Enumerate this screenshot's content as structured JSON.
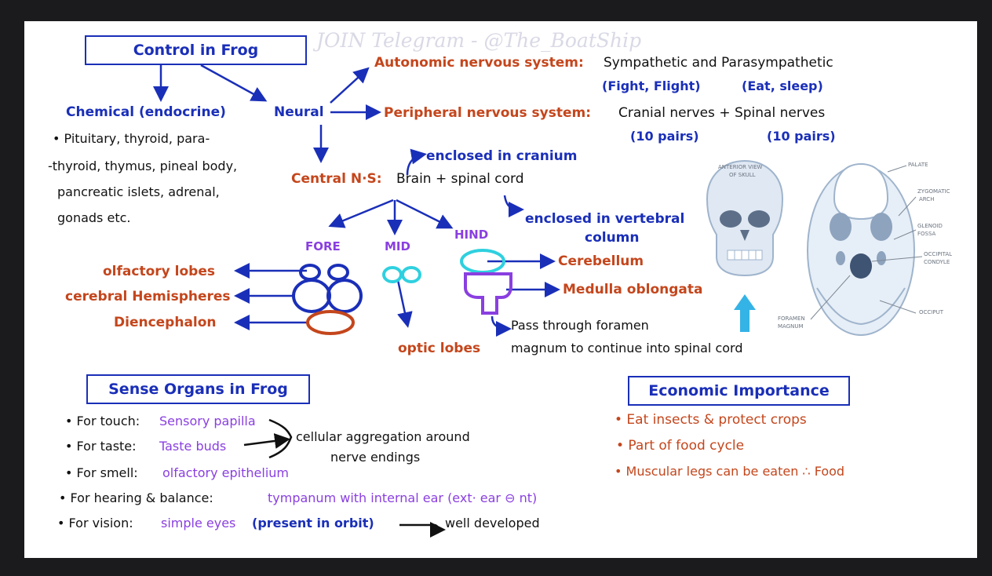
{
  "watermark": "JOIN Telegram - @The_BoatShip",
  "control": {
    "title": "Control in Frog",
    "chemical": "Chemical (endocrine)",
    "chemical_list": [
      "• Pituitary, thyroid, para-",
      "-thyroid, thymus, pineal body,",
      "pancreatic islets, adrenal,",
      "gonads etc."
    ],
    "neural": "Neural",
    "autonomic": "Autonomic nervous system:",
    "autonomic_desc": "Sympathetic and Parasympathetic",
    "fight": "(Fight, Flight)",
    "eat_sleep": "(Eat, sleep)",
    "peripheral": "Peripheral nervous system:",
    "peripheral_desc": "Cranial nerves + Spinal nerves",
    "pairs1": "(10 pairs)",
    "pairs2": "(10 pairs)",
    "central": "Central N·S:",
    "central_desc": "Brain + spinal cord",
    "enclosed_cranium": "enclosed in cranium",
    "enclosed_vertebral_1": "enclosed in vertebral",
    "enclosed_vertebral_2": "column"
  },
  "brain": {
    "fore": "FORE",
    "mid": "MID",
    "hind": "HIND",
    "olfactory_lobes": "olfactory lobes",
    "cerebral_hemispheres": "cerebral Hemispheres",
    "diencephalon": "Diencephalon",
    "optic_lobes": "optic lobes",
    "cerebellum": "Cerebellum",
    "medulla": "Medulla oblongata",
    "pass_1": "Pass through foramen",
    "pass_2": "magnum to continue into spinal cord"
  },
  "skull": {
    "anterior_1": "ANTERIOR VIEW",
    "anterior_2": "OF SKULL",
    "palate": "PALATE",
    "zygomatic_1": "ZYGOMATIC",
    "zygomatic_2": "ARCH",
    "glenoid_1": "GLENOID",
    "glenoid_2": "FOSSA",
    "occipital_1": "OCCIPITAL",
    "occipital_2": "CONDYLE",
    "foramen_1": "FORAMEN",
    "foramen_2": "MAGNUM",
    "occiput": "OCCIPUT"
  },
  "sense": {
    "title": "Sense Organs in Frog",
    "touch_label": "• For touch:",
    "touch_value": "Sensory papilla",
    "taste_label": "• For taste:",
    "taste_value": "Taste buds",
    "aggregation_1": "cellular aggregation around",
    "aggregation_2": "nerve endings",
    "smell_label": "• For smell:",
    "smell_value": "olfactory epithelium",
    "hearing_label": "• For hearing & balance:",
    "hearing_value": "tympanum with internal ear (ext· ear ⊖ nt)",
    "vision_label": "• For vision:",
    "vision_value": "simple eyes",
    "vision_paren": "(present in orbit)",
    "well_developed": "well developed"
  },
  "economic": {
    "title": "Economic Importance",
    "items": [
      "• Eat insects & protect crops",
      "• Part of food cycle",
      "• Muscular legs can be eaten ∴ Food"
    ]
  },
  "colors": {
    "blue": "#1a2fb8",
    "red": "#c4461c",
    "purple": "#8a3fe0",
    "cyan": "#2fd0df",
    "black": "#111111"
  }
}
